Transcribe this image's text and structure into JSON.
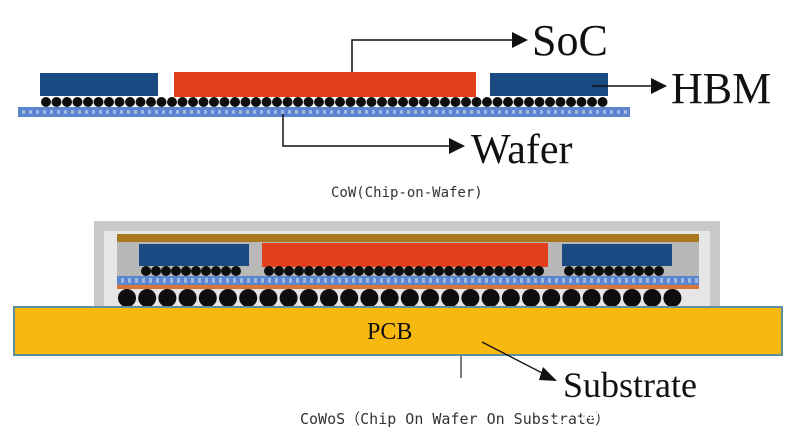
{
  "labels": {
    "soc": "SoC",
    "hbm": "HBM",
    "wafer": "Wafer",
    "cow_caption": "CoW(Chip-on-Wafer)",
    "pcb": "PCB",
    "substrate": "Substrate",
    "cowos_caption": "CoWoS（Chip On Wafer On Substrate）",
    "watermark": "知乎 @爱在七夕时"
  },
  "colors": {
    "hbm": "#1a4a82",
    "soc": "#e2401c",
    "wafer_blue": "#5b86cf",
    "wafer_dots": "#9fb7de",
    "bump": "#0d0d0d",
    "pcb_fill": "#f7b80f",
    "pcb_border": "#5f8f9c",
    "lid": "#c9c9c9",
    "lid_inner": "#b8b8b8",
    "interposer_cap": "#a8761f",
    "redistribution": "#d9733a"
  },
  "icons": [
    "arrow-right-icon",
    "watermark-logo-icon"
  ]
}
